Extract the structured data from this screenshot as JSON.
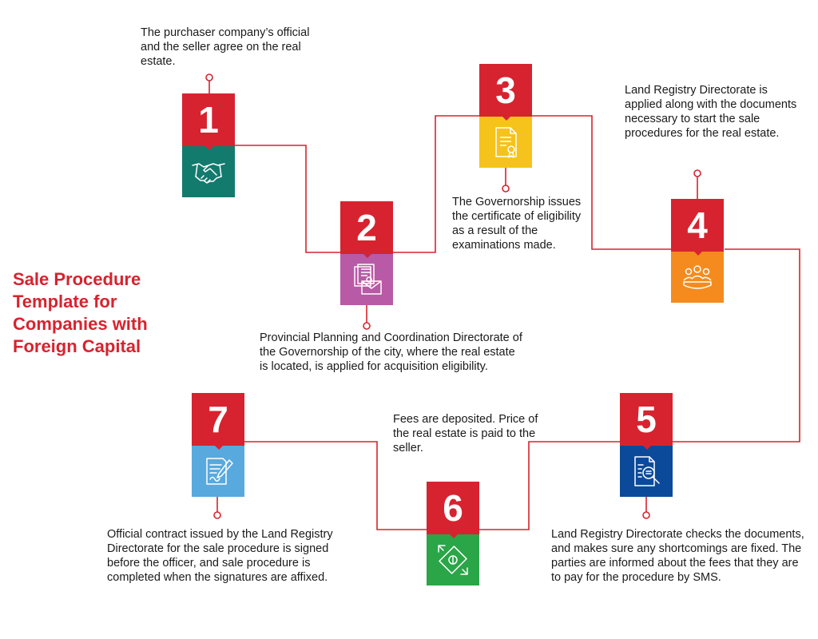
{
  "title": "Sale Procedure Template for Companies with Foreign Capital",
  "colors": {
    "accent": "#d7232f",
    "step1_icon_bg": "#137a6e",
    "step2_icon_bg": "#b85aa5",
    "step3_icon_bg": "#f6c21c",
    "step4_icon_bg": "#f58b1f",
    "step5_icon_bg": "#0b4a9a",
    "step6_icon_bg": "#2aa547",
    "step7_icon_bg": "#58a9de"
  },
  "steps": [
    {
      "number": "1",
      "icon": "handshake-icon",
      "text": "The purchaser company’s official and the seller agree on the real estate."
    },
    {
      "number": "2",
      "icon": "documents-envelope-icon",
      "text": "Provincial Planning and Coordination Directorate of the Governorship of the city, where the real estate is located, is applied for acquisition eligibility."
    },
    {
      "number": "3",
      "icon": "certificate-document-icon",
      "text": "The Governorship issues the certificate of eligibility as a result of the examinations made."
    },
    {
      "number": "4",
      "icon": "meeting-people-icon",
      "text": "Land Registry Directorate is applied along with the documents necessary to start the sale procedures for the real estate."
    },
    {
      "number": "5",
      "icon": "document-search-icon",
      "text": "Land Registry Directorate checks the documents, and makes sure any shortcomings are fixed. The parties are informed about the fees that they are to pay for the procedure by SMS."
    },
    {
      "number": "6",
      "icon": "money-exchange-icon",
      "text": "Fees are deposited. Price of the real estate is paid to the seller."
    },
    {
      "number": "7",
      "icon": "contract-sign-icon",
      "text": "Official contract issued by the Land Registry Directorate for the sale procedure is signed before the officer, and sale procedure is completed when the signatures are affixed."
    }
  ]
}
